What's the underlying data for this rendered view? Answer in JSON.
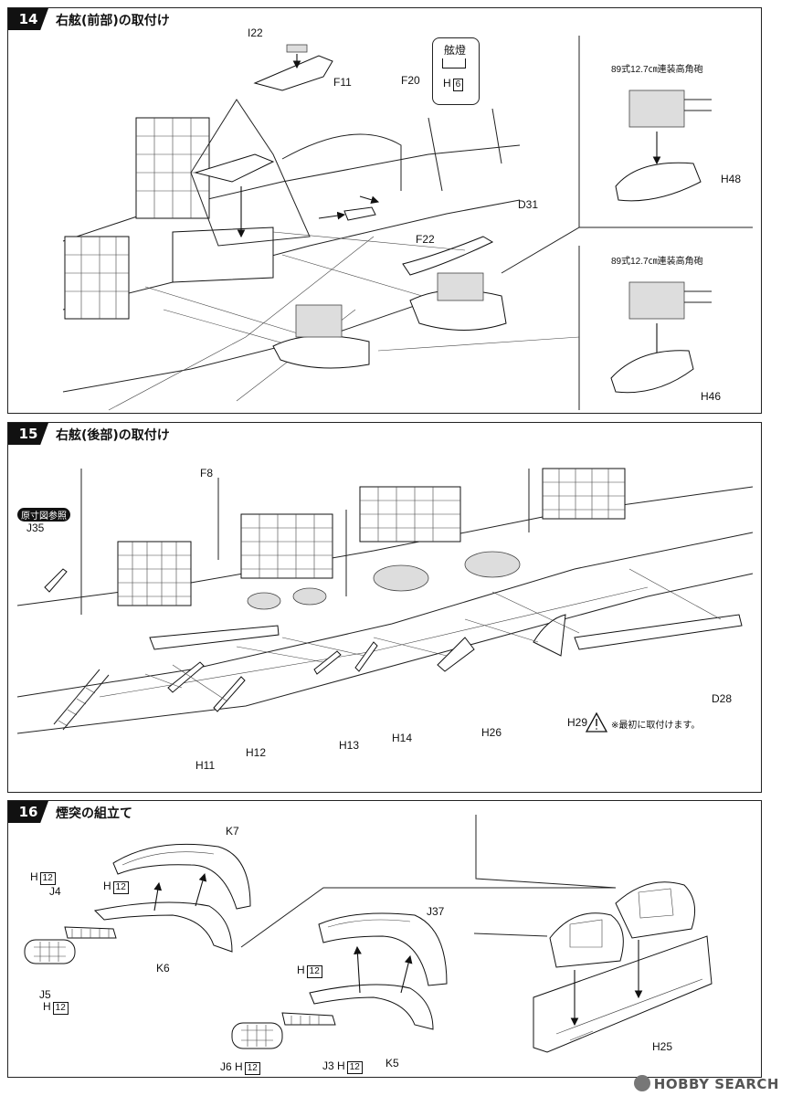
{
  "steps": [
    {
      "number": "14",
      "title": "右舷(前部)の取付け"
    },
    {
      "number": "15",
      "title": "右舷(後部)の取付け"
    },
    {
      "number": "16",
      "title": "煙突の組立て"
    }
  ],
  "step14": {
    "parts": {
      "i22": "I22",
      "f11": "F11",
      "f20": "F20",
      "f22": "F22",
      "d31": "D31",
      "h48": "H48",
      "h46": "H46"
    },
    "nav_light": {
      "label": "舷燈",
      "part_letter": "H",
      "part_number": "6"
    },
    "gun_label_1": "89式12.7㎝連装高角砲",
    "gun_label_2": "89式12.7㎝連装高角砲"
  },
  "step15": {
    "reference_tag": "原寸図参照",
    "parts": {
      "j35": "J35",
      "f8": "F8",
      "d28": "D28",
      "h11": "H11",
      "h12": "H12",
      "h13": "H13",
      "h14": "H14",
      "h26": "H26",
      "h29": "H29"
    },
    "warning_icon": "warning-triangle-icon",
    "note": "※最初に取付けます。"
  },
  "step16": {
    "parts": {
      "k7": "K7",
      "j4": "J4",
      "k6": "K6",
      "j5": "J5",
      "j37": "J37",
      "k5": "K5",
      "j6": "J6",
      "j3": "J3",
      "h25": "H25"
    },
    "h_letter": "H",
    "h_number": "12"
  },
  "watermark": "HOBBY SEARCH"
}
